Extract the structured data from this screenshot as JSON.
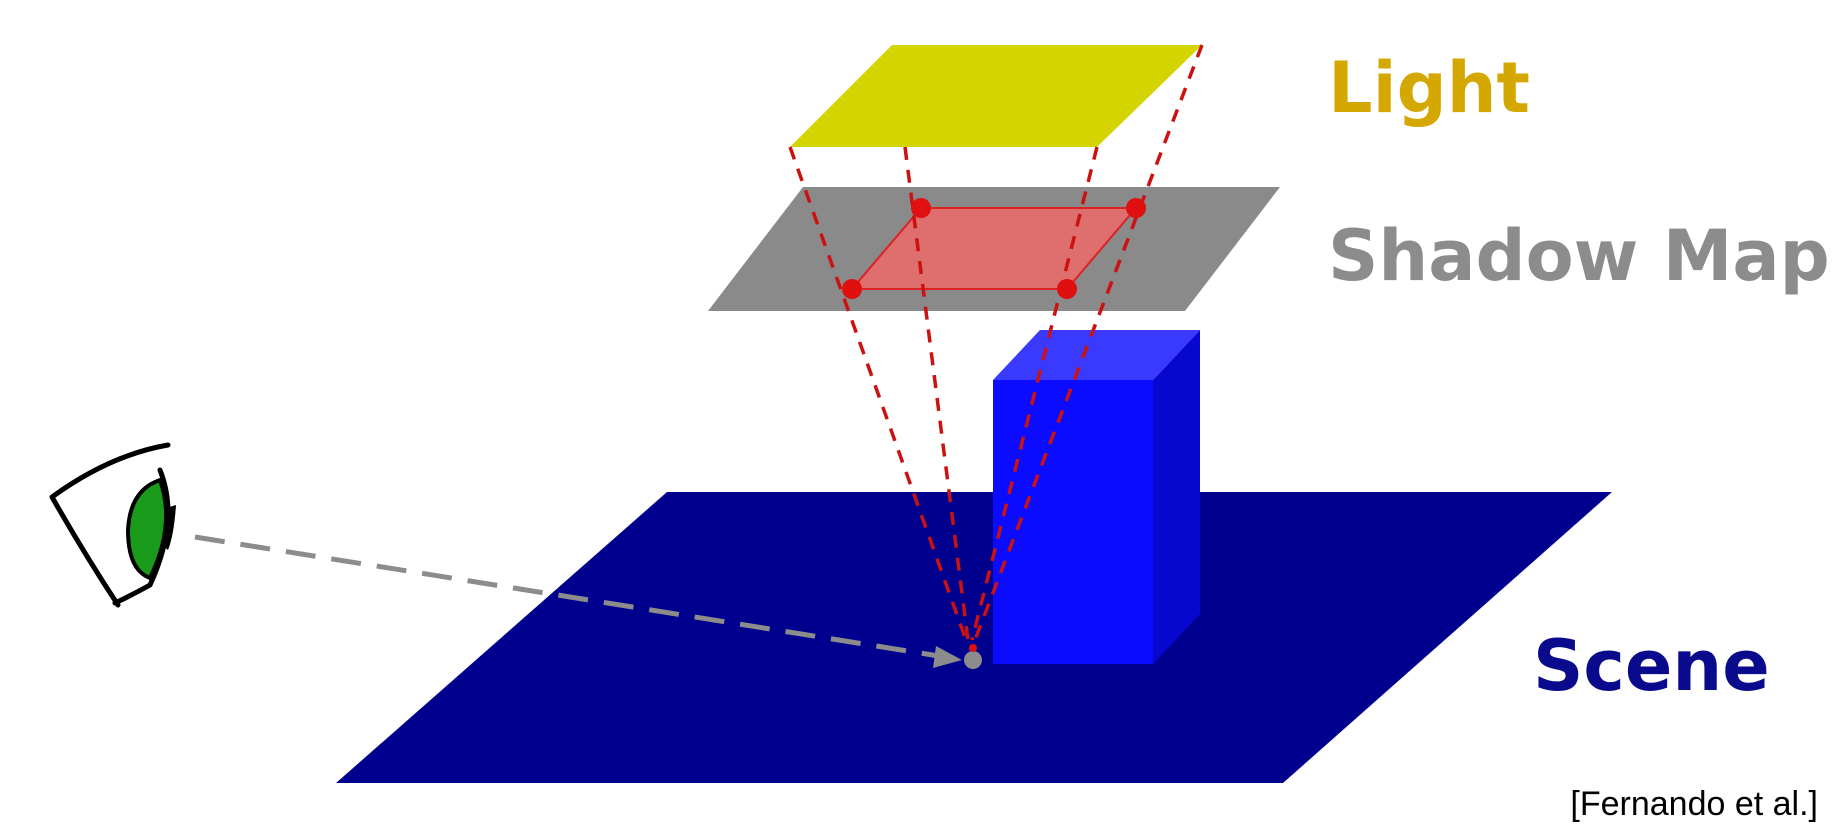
{
  "labels": {
    "light": "Light",
    "shadow_map": "Shadow Map",
    "scene": "Scene"
  },
  "citation": "[Fernando et al.]",
  "colors": {
    "light_plane": "#d4d400",
    "light_label": "#d4a800",
    "shadow_map_plane": "#8a8a8a",
    "shadow_map_label": "#8c8c8c",
    "projected_region": "#e86a6a",
    "projection_lines": "#cc1111",
    "sample_points": "#e01010",
    "scene_plane": "#00008f",
    "scene_label": "#0a0a8c",
    "box_front": "#0b0bff",
    "box_side": "#0707d0",
    "box_top": "#3a3aff",
    "eye_iris": "#1a9a1a",
    "eye_outline": "#000000",
    "view_ray": "#8c8c8c",
    "surface_point": "#8c8c8c"
  },
  "icons": {
    "eye": "eye-icon",
    "surface_point": "surface-point-marker"
  }
}
